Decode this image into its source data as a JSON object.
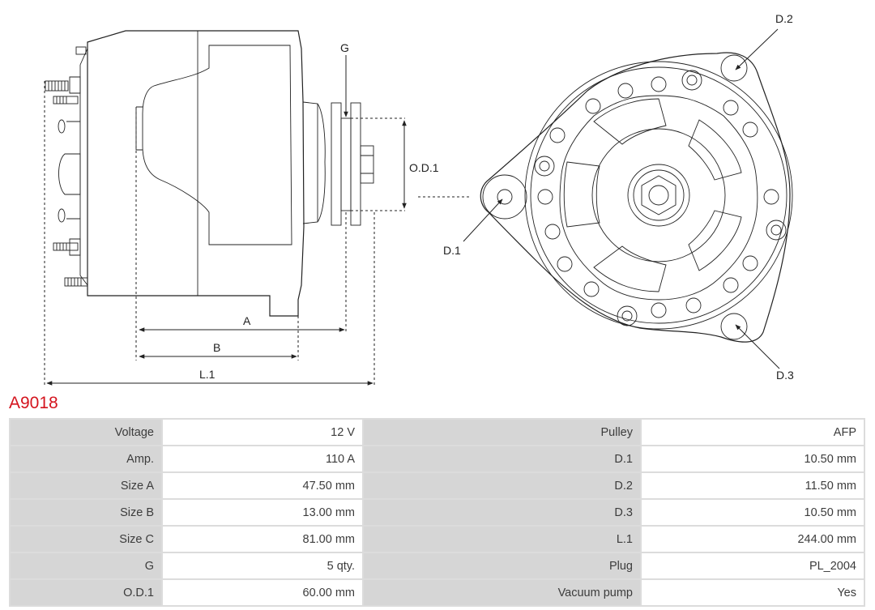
{
  "product": {
    "code": "A9018"
  },
  "drawing": {
    "labels": {
      "g": "G",
      "od1": "O.D.1",
      "a": "A",
      "b": "B",
      "l1": "L.1",
      "d1": "D.1",
      "d2": "D.2",
      "d3": "D.3"
    }
  },
  "specs": {
    "rows": [
      {
        "k1": "Voltage",
        "v1": "12 V",
        "k2": "Pulley",
        "v2": "AFP"
      },
      {
        "k1": "Amp.",
        "v1": "110 A",
        "k2": "D.1",
        "v2": "10.50 mm"
      },
      {
        "k1": "Size A",
        "v1": "47.50 mm",
        "k2": "D.2",
        "v2": "11.50 mm"
      },
      {
        "k1": "Size B",
        "v1": "13.00 mm",
        "k2": "D.3",
        "v2": "10.50 mm"
      },
      {
        "k1": "Size C",
        "v1": "81.00 mm",
        "k2": "L.1",
        "v2": "244.00 mm"
      },
      {
        "k1": "G",
        "v1": "5 qty.",
        "k2": "Plug",
        "v2": "PL_2004"
      },
      {
        "k1": "O.D.1",
        "v1": "60.00 mm",
        "k2": "Vacuum pump",
        "v2": "Yes"
      }
    ]
  },
  "colors": {
    "title": "#d4141e",
    "key_cell": "#d6d6d6",
    "grid": "#dcdcdc"
  }
}
